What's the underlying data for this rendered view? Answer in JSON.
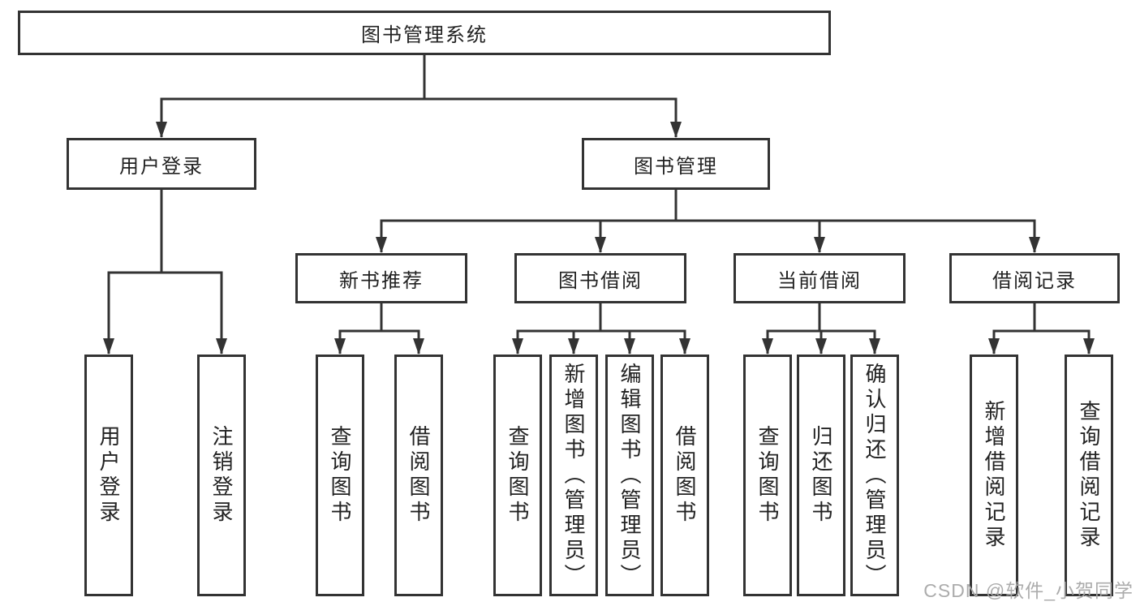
{
  "diagram_title": "图书管理系统",
  "tree": {
    "root": {
      "label": "图书管理系统"
    },
    "branches": [
      {
        "label": "用户登录",
        "children": [
          {
            "label": "用户登录"
          },
          {
            "label": "注销登录"
          }
        ]
      },
      {
        "label": "图书管理",
        "children": [
          {
            "label": "新书推荐",
            "children": [
              {
                "label": "查询图书"
              },
              {
                "label": "借阅图书"
              }
            ]
          },
          {
            "label": "图书借阅",
            "children": [
              {
                "label": "查询图书"
              },
              {
                "label": "新增图书（管理员）"
              },
              {
                "label": "编辑图书（管理员）"
              },
              {
                "label": "借阅图书"
              }
            ]
          },
          {
            "label": "当前借阅",
            "children": [
              {
                "label": "查询图书"
              },
              {
                "label": "归还图书"
              },
              {
                "label": "确认归还（管理员）"
              }
            ]
          },
          {
            "label": "借阅记录",
            "children": [
              {
                "label": "新增借阅记录"
              },
              {
                "label": "查询借阅记录"
              }
            ]
          }
        ]
      }
    ]
  },
  "watermark": {
    "text": "CSDN @软件_小贺同学"
  },
  "colors": {
    "line": "#333333",
    "box_border": "#333333",
    "text": "#222222",
    "watermark": "#a8a8a8",
    "background": "#ffffff"
  }
}
